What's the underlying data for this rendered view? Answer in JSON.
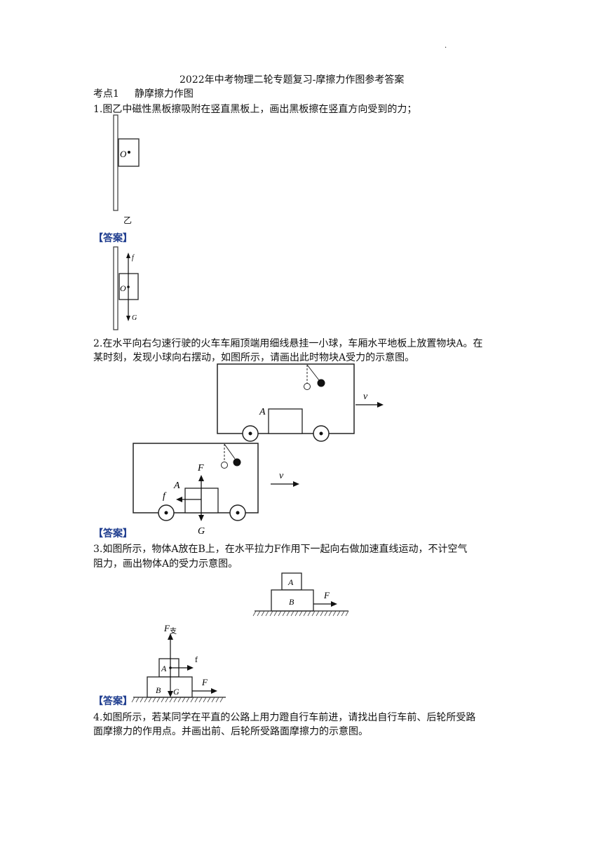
{
  "corner_mark": ".",
  "title": "2022年中考物理二轮专题复习-摩擦力作图参考答案",
  "section": {
    "num": "考点1",
    "name": "静摩擦力作图"
  },
  "answer_label": "【答案】",
  "q1": {
    "text": "1.图乙中磁性黑板擦吸附在竖直黑板上，画出黑板擦在竖直方向受到的力；",
    "fig_caption": "乙",
    "point_label": "O",
    "force_up": "f",
    "force_down": "G"
  },
  "q2": {
    "line1": "2.在水平向右匀速行驶的火车车厢顶端用细线悬挂一小球，车厢水平地板上放置物块A。在",
    "line2": "某时刻，发现小球向右摆动，如图所示，请画出此时物块A受力的示意图。",
    "block_label": "A",
    "velocity": "v",
    "force_up": "F",
    "force_down": "G",
    "force_left": "f"
  },
  "q3": {
    "line1": "3.如图所示，物体A放在B上，在水平拉力F作用下一起向右做加速直线运动，不计空气",
    "line2": "阻力，画出物体A的受力示意图。",
    "top_block": "A",
    "bottom_block": "B",
    "pull_force": "F",
    "support_force": "F",
    "support_sub": "支",
    "friction": "f",
    "gravity": "G"
  },
  "q4": {
    "line1": "4.如图所示，若某同学在平直的公路上用力蹬自行车前进，请找出自行车前、后轮所受路",
    "line2": "面摩擦力的作用点。并画出前、后轮所受路面摩擦力的示意图。"
  }
}
